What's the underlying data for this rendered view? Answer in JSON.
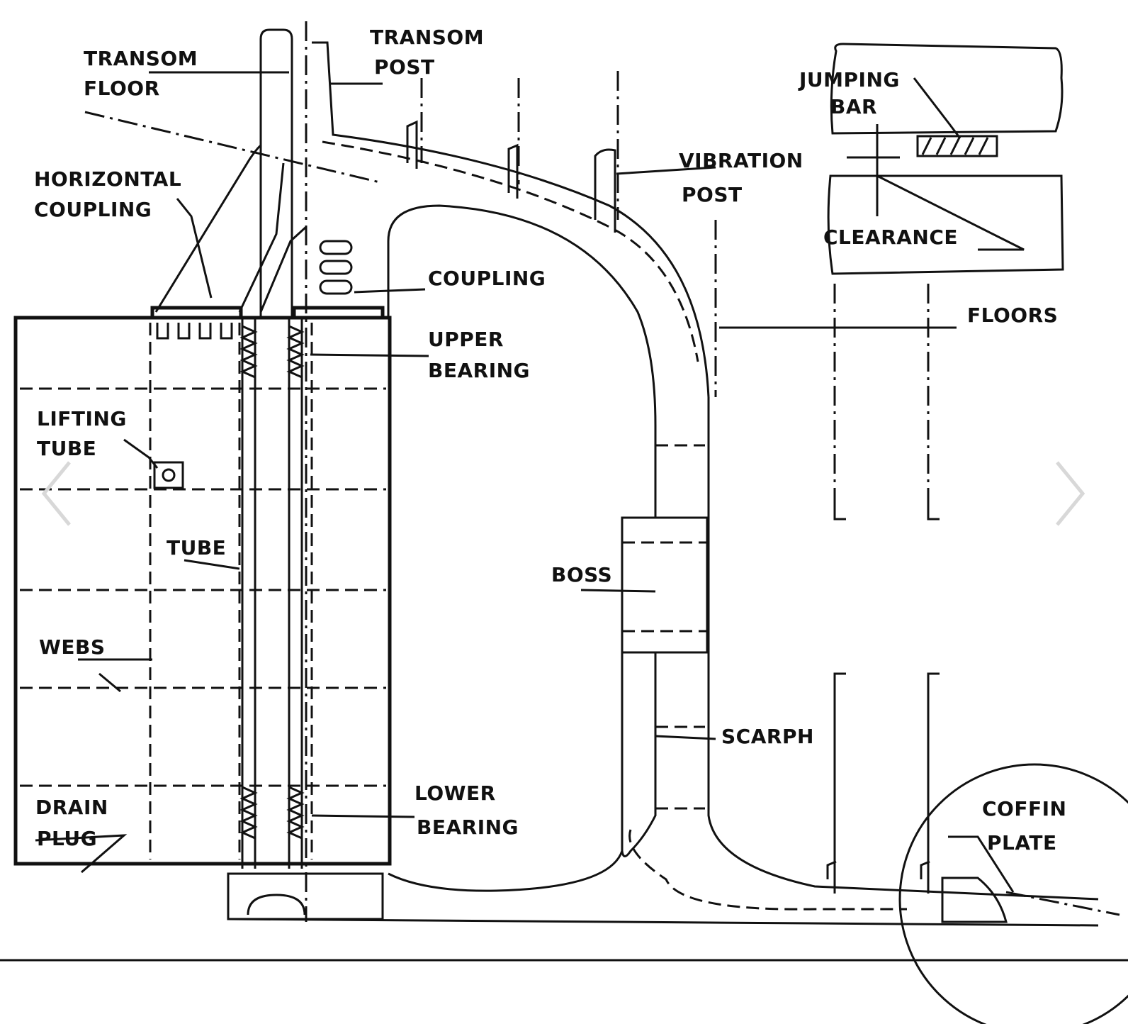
{
  "labels": {
    "transom_floor": [
      "TRANSOM",
      "FLOOR"
    ],
    "transom_post": [
      "TRANSOM",
      "POST"
    ],
    "jumping_bar": [
      "JUMPING",
      "BAR"
    ],
    "horizontal_coupling": [
      "HORIZONTAL",
      "COUPLING"
    ],
    "vibration_post": [
      "VIBRATION",
      "POST"
    ],
    "clearance": "CLEARANCE",
    "coupling": "COUPLING",
    "floors": "FLOORS",
    "upper_bearing": [
      "UPPER",
      "BEARING"
    ],
    "lifting_tube": [
      "LIFTING",
      "TUBE"
    ],
    "tube": "TUBE",
    "boss": "BOSS",
    "webs": "WEBS",
    "scarph": "SCARPH",
    "drain_plug": [
      "DRAIN",
      "PLUG"
    ],
    "lower_bearing": [
      "LOWER",
      "BEARING"
    ],
    "coffin_plate": [
      "COFFIN",
      "PLATE"
    ]
  },
  "nav": {
    "prev_icon": "chevron-left-icon",
    "next_icon": "chevron-right-icon"
  }
}
